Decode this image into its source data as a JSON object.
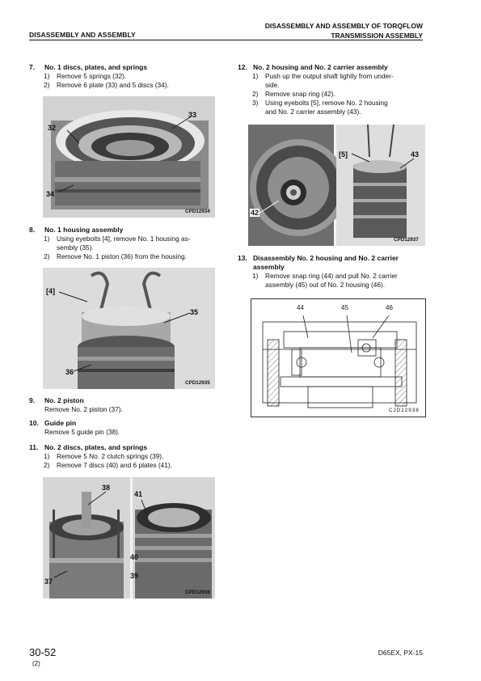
{
  "header": {
    "left": "DISASSEMBLY AND ASSEMBLY",
    "right_line1": "DISASSEMBLY AND ASSEMBLY OF TORQFLOW",
    "right_line2": "TRANSMISSION ASSEMBLY"
  },
  "steps": {
    "s7": {
      "num": "7.",
      "title": "No. 1 discs, plates, and springs",
      "items": [
        {
          "n": "1)",
          "text": "Remove 5 springs (32)."
        },
        {
          "n": "2)",
          "text": "Remove 6 plate (33) and 5 discs (34)."
        }
      ],
      "figure": {
        "caption": "CPD12934",
        "callouts": [
          "32",
          "33",
          "34"
        ]
      }
    },
    "s8": {
      "num": "8.",
      "title": "No. 1 housing assembly",
      "items": [
        {
          "n": "1)",
          "text": "Using eyebolts [4], remove No. 1 housing as-",
          "cont": "sembly (35)."
        },
        {
          "n": "2)",
          "text": "Remove No. 1 piston (36) from the housing."
        }
      ],
      "figure": {
        "caption": "CPD12935",
        "callouts": [
          "[4]",
          "35",
          "36"
        ]
      }
    },
    "s9": {
      "num": "9.",
      "title": "No. 2 piston",
      "text": "Remove No. 2 piston (37)."
    },
    "s10": {
      "num": "10.",
      "title": "Guide pin",
      "text": "Remove 5 guide pin (38)."
    },
    "s11": {
      "num": "11.",
      "title": "No. 2 discs, plates, and springs",
      "items": [
        {
          "n": "1)",
          "text": "Remove 5 No. 2 clutch springs (39)."
        },
        {
          "n": "2)",
          "text": "Remove 7 discs (40) and 6 plates (41)."
        }
      ],
      "figure": {
        "caption": "CPD12936",
        "callouts": [
          "38",
          "41",
          "40",
          "39",
          "37"
        ]
      }
    },
    "s12": {
      "num": "12.",
      "title": "No. 2 housing and No. 2 carrier assembly",
      "items": [
        {
          "n": "1)",
          "text": "Push up the output shaft lightly from under-",
          "cont": "side."
        },
        {
          "n": "2)",
          "text": "Remove snap ring (42)."
        },
        {
          "n": "3)",
          "text": "Using eyebolts [5], remove No. 2 housing",
          "cont": "and No. 2 carrier assembly (43)."
        }
      ],
      "figure": {
        "caption": "CPD12937",
        "callouts": [
          "42",
          "[5]",
          "43"
        ]
      }
    },
    "s13": {
      "num": "13.",
      "title": "Disassembly No. 2 housing and No. 2 carrier",
      "title2": "assembly",
      "items": [
        {
          "n": "1)",
          "text": "Remove snap ring (44) and pull No. 2 carrier",
          "cont": "assembly (45) out of No. 2 housing (46)."
        }
      ],
      "figure": {
        "caption": "CJD12938",
        "callouts": [
          "44",
          "45",
          "46"
        ]
      }
    }
  },
  "footer": {
    "page": "30-52",
    "revision": "(2)",
    "model": "D65EX, PX-15"
  }
}
